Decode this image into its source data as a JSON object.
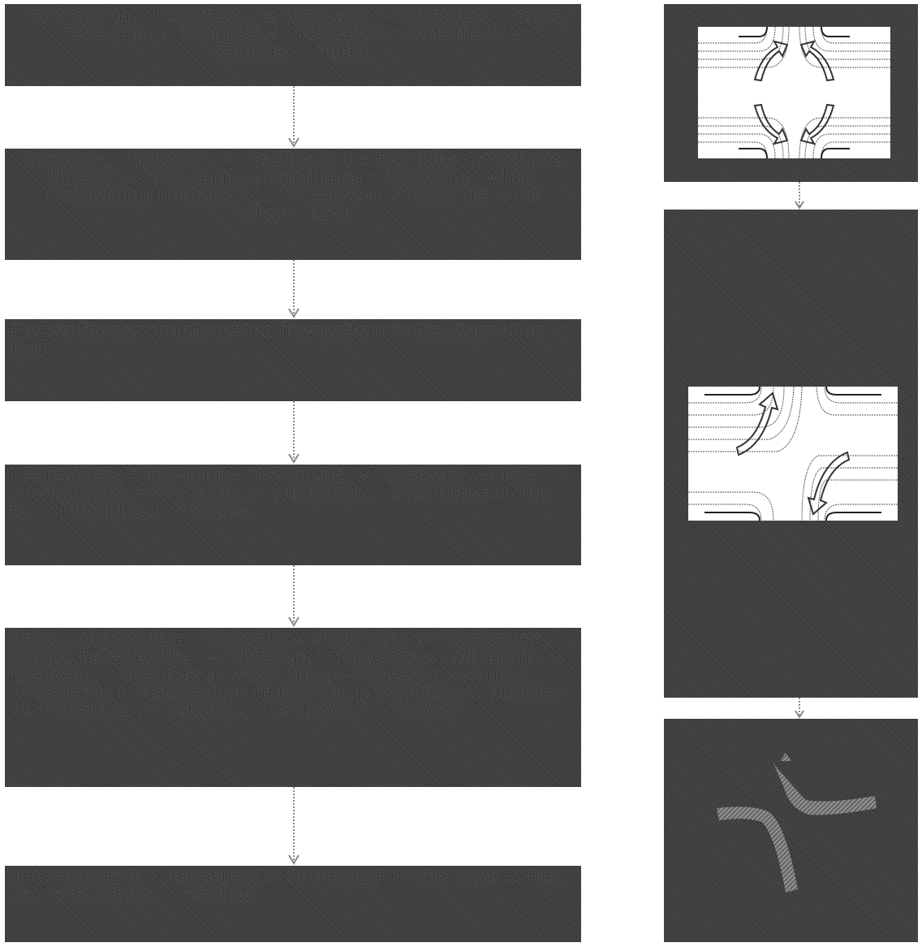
{
  "flowchart": {
    "steps": [
      "feed fluid into the inflow channels with two different volume flows (Q₁,Q₂) in opposite directions towards the flow stagnation region",
      "increasing the total volume flow of the two different volume flows (Q₁,Q₂) to a preselected total volume flow, while maintaining the ratio (Q₁/Q₂) between the two different volume flows",
      "Record the asymmetry of the flow pattern in the stagnation region",
      "maintain the total volume flow of the two different volume flows (Q₁,Q₂), while increasing the ratio (Q₁/Q₂) between the two different volume flows",
      "decreasing the total volume flow while maintaining the ratio (Q₁/Q₂) between the two different volume flows and recording the total volume flow at which the asymmetry previously recorded in the stagnation region abruptly shifts into another asymmetric flow pattern in the stagnation region",
      "determining the characteristic of the fluid on the basis of the recorded total volume flow"
    ]
  },
  "colors": {
    "box_fill": "#3a3a3a",
    "connector": "#8a8a8a",
    "inset_bg": "#ffffff",
    "streamline": "#555555"
  },
  "icons": {
    "connector": "down-arrow-icon",
    "flow_arrow": "curved-arrow-icon"
  }
}
